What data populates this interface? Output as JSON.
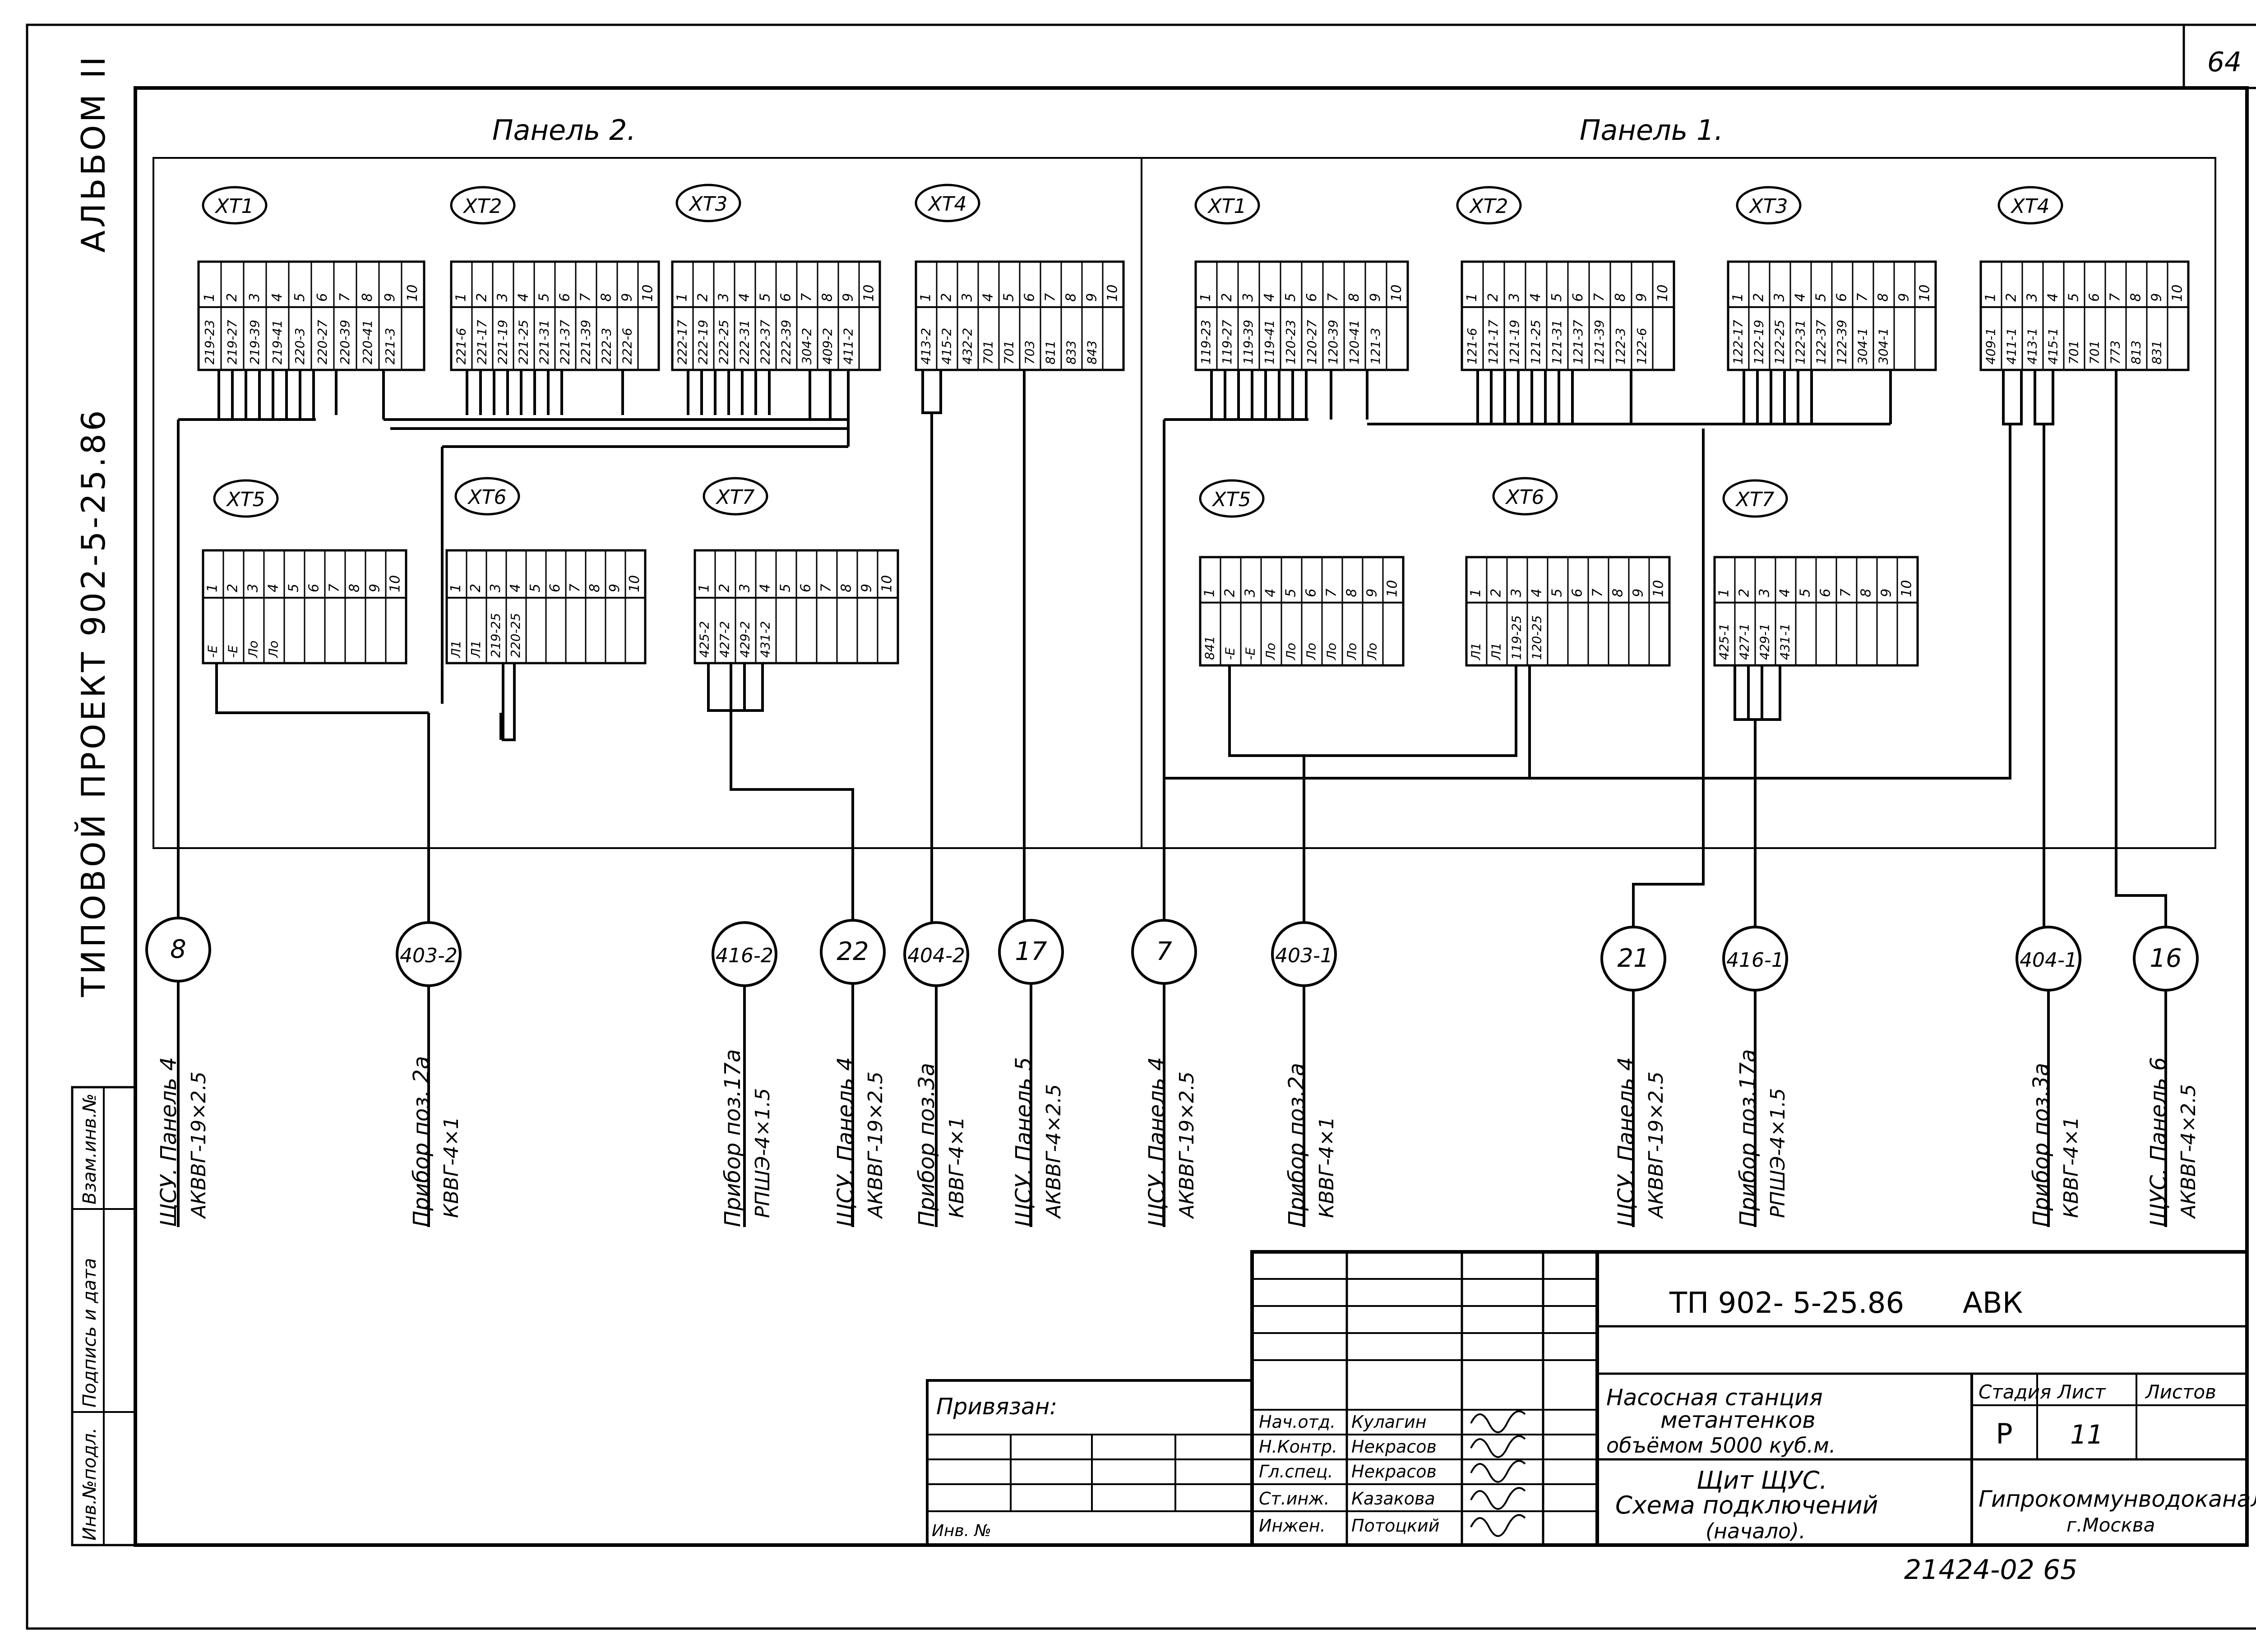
{
  "sheet": {
    "page_number": "64",
    "album": "АЛЬБОМ II",
    "project": "ТИПОВОЙ   ПРОЕКТ 902-5-25.86"
  },
  "side_stamp": [
    "Инв.№подл.",
    "Подпись и дата",
    "Взам.инв.№"
  ],
  "panels": [
    {
      "title": "Панель 2.",
      "blocks": [
        {
          "label": "ХТ1",
          "nums": [
            "1",
            "2",
            "3",
            "4",
            "5",
            "6",
            "7",
            "8",
            "9",
            "10"
          ],
          "codes": [
            "219-23",
            "219-27",
            "219-39",
            "219-41",
            "220-3",
            "220-27",
            "220-39",
            "220-41",
            "221-3",
            ""
          ]
        },
        {
          "label": "ХТ2",
          "nums": [
            "1",
            "2",
            "3",
            "4",
            "5",
            "6",
            "7",
            "8",
            "9",
            "10"
          ],
          "codes": [
            "221-6",
            "221-17",
            "221-19",
            "221-25",
            "221-31",
            "221-37",
            "221-39",
            "222-3",
            "222-6",
            ""
          ]
        },
        {
          "label": "ХТ3",
          "nums": [
            "1",
            "2",
            "3",
            "4",
            "5",
            "6",
            "7",
            "8",
            "9",
            "10"
          ],
          "codes": [
            "222-17",
            "222-19",
            "222-25",
            "222-31",
            "222-37",
            "222-39",
            "304-2",
            "409-2",
            "411-2",
            ""
          ]
        },
        {
          "label": "ХТ4",
          "nums": [
            "1",
            "2",
            "3",
            "4",
            "5",
            "6",
            "7",
            "8",
            "9",
            "10"
          ],
          "codes": [
            "413-2",
            "415-2",
            "432-2",
            "701",
            "701",
            "703",
            "811",
            "833",
            "843",
            ""
          ]
        },
        {
          "label": "ХТ5",
          "nums": [
            "1",
            "2",
            "3",
            "4",
            "5",
            "6",
            "7",
            "8",
            "9",
            "10"
          ],
          "codes": [
            "-Е",
            "-Е",
            "Ло",
            "Ло",
            "",
            "",
            "",
            "",
            "",
            ""
          ]
        },
        {
          "label": "ХТ6",
          "nums": [
            "1",
            "2",
            "3",
            "4",
            "5",
            "6",
            "7",
            "8",
            "9",
            "10"
          ],
          "codes": [
            "Л1",
            "Л1",
            "219-25",
            "220-25",
            "",
            "",
            "",
            "",
            "",
            ""
          ]
        },
        {
          "label": "ХТ7",
          "nums": [
            "1",
            "2",
            "3",
            "4",
            "5",
            "6",
            "7",
            "8",
            "9",
            "10"
          ],
          "codes": [
            "425-2",
            "427-2",
            "429-2",
            "431-2",
            "",
            "",
            "",
            "",
            "",
            ""
          ]
        }
      ]
    },
    {
      "title": "Панель 1.",
      "blocks": [
        {
          "label": "ХТ1",
          "nums": [
            "1",
            "2",
            "3",
            "4",
            "5",
            "6",
            "7",
            "8",
            "9",
            "10"
          ],
          "codes": [
            "119-23",
            "119-27",
            "119-39",
            "119-41",
            "120-23",
            "120-27",
            "120-39",
            "120-41",
            "121-3",
            ""
          ]
        },
        {
          "label": "ХТ2",
          "nums": [
            "1",
            "2",
            "3",
            "4",
            "5",
            "6",
            "7",
            "8",
            "9",
            "10"
          ],
          "codes": [
            "121-6",
            "121-17",
            "121-19",
            "121-25",
            "121-31",
            "121-37",
            "121-39",
            "122-3",
            "122-6",
            ""
          ]
        },
        {
          "label": "ХТ3",
          "nums": [
            "1",
            "2",
            "3",
            "4",
            "5",
            "6",
            "7",
            "8",
            "9",
            "10"
          ],
          "codes": [
            "122-17",
            "122-19",
            "122-25",
            "122-31",
            "122-37",
            "122-39",
            "304-1",
            "304-1",
            "",
            ""
          ]
        },
        {
          "label": "ХТ4",
          "nums": [
            "1",
            "2",
            "3",
            "4",
            "5",
            "6",
            "7",
            "8",
            "9",
            "10"
          ],
          "codes": [
            "409-1",
            "411-1",
            "413-1",
            "415-1",
            "701",
            "701",
            "773",
            "813",
            "831",
            ""
          ]
        },
        {
          "label": "ХТ5",
          "nums": [
            "1",
            "2",
            "3",
            "4",
            "5",
            "6",
            "7",
            "8",
            "9",
            "10"
          ],
          "codes": [
            "841",
            "-Е",
            "-Е",
            "Ло",
            "Ло",
            "Ло",
            "Ло",
            "Ло",
            "Ло",
            ""
          ]
        },
        {
          "label": "ХТ6",
          "nums": [
            "1",
            "2",
            "3",
            "4",
            "5",
            "6",
            "7",
            "8",
            "9",
            "10"
          ],
          "codes": [
            "Л1",
            "Л1",
            "119-25",
            "120-25",
            "",
            "",
            "",
            "",
            "",
            ""
          ]
        },
        {
          "label": "ХТ7",
          "nums": [
            "1",
            "2",
            "3",
            "4",
            "5",
            "6",
            "7",
            "8",
            "9",
            "10"
          ],
          "codes": [
            "425-1",
            "427-1",
            "429-1",
            "431-1",
            "",
            "",
            "",
            "",
            "",
            ""
          ]
        }
      ]
    }
  ],
  "cables": [
    {
      "id": "8",
      "dest": "ЩСУ. Панель 4",
      "cable": "АКВВГ-19×2.5"
    },
    {
      "id": "403-2",
      "dest": "Прибор поз. 2а",
      "cable": "КВВГ-4×1"
    },
    {
      "id": "416-2",
      "dest": "Прибор поз.17а",
      "cable": "РПШЭ-4×1.5"
    },
    {
      "id": "22",
      "dest": "ЩСУ. Панель 4",
      "cable": "АКВВГ-19×2.5"
    },
    {
      "id": "404-2",
      "dest": "Прибор поз.3а",
      "cable": "КВВГ-4×1"
    },
    {
      "id": "17",
      "dest": "ЩСУ. Панель 5",
      "cable": "АКВВГ-4×2.5"
    },
    {
      "id": "7",
      "dest": "ЩСУ. Панель 4",
      "cable": "АКВВГ-19×2.5"
    },
    {
      "id": "403-1",
      "dest": "Прибор поз.2а",
      "cable": "КВВГ-4×1"
    },
    {
      "id": "21",
      "dest": "ЩСУ. Панель 4",
      "cable": "АКВВГ-19×2.5"
    },
    {
      "id": "416-1",
      "dest": "Прибор поз.17а",
      "cable": "РПШЭ-4×1.5"
    },
    {
      "id": "404-1",
      "dest": "Прибор поз.3а",
      "cable": "КВВГ-4×1"
    },
    {
      "id": "16",
      "dest": "ЩУС. Панель 6",
      "cable": "АКВВГ-4×2.5"
    }
  ],
  "title_block": {
    "doc_code": "ТП 902- 5-25.86",
    "doc_suffix": "АВК",
    "bound_label": "Привязан:",
    "inv_label": "Инв. №",
    "roles": [
      "Нач.отд.",
      "Н.Контр.",
      "Гл.спец.",
      "Ст.инж.",
      "Инжен."
    ],
    "names": [
      "Кулагин",
      "Некрасов",
      "Некрасов",
      "Казакова",
      "Потоцкий"
    ],
    "desc1": "Насосная   станция",
    "desc2": "метантенков",
    "desc3": "объёмом      5000   куб.м.",
    "desc4": "Щит  ЩУС.",
    "desc5": "Схема   подключений",
    "desc6": "(начало).",
    "stage_label": "Стадия",
    "sheet_label": "Лист",
    "sheets_label": "Листов",
    "stage": "Р",
    "sheet": "11",
    "org": "Гипрокоммунводоканал",
    "city": "г.Москва",
    "archive_no": "21424-02   65"
  }
}
